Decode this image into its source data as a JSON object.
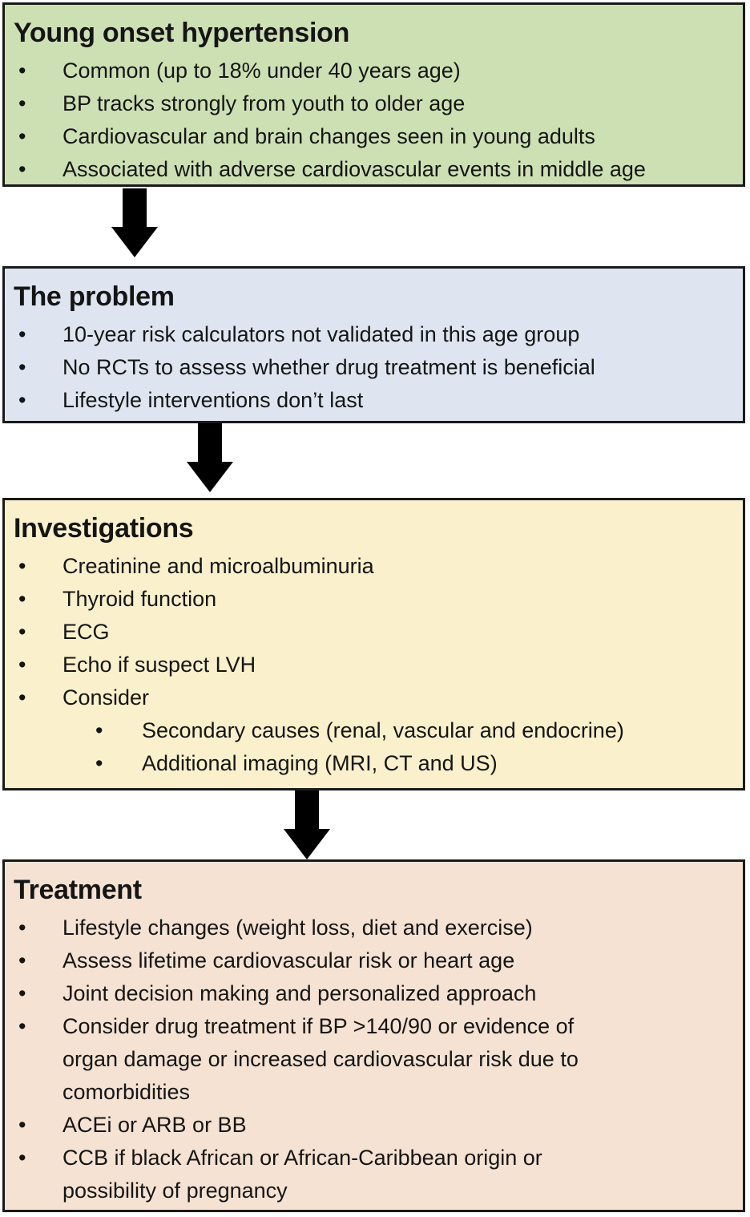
{
  "styles": {
    "page_background": "#ffffff",
    "border_color": "#1a1a1a",
    "text_color": "#151515",
    "arrow_color": "#000000",
    "bullet_glyph": "•"
  },
  "boxes": [
    {
      "title": "Young onset hypertension",
      "bg": "#cde0b4",
      "items": [
        {
          "level": 1,
          "text": "Common (up to 18% under 40 years age)"
        },
        {
          "level": 1,
          "text": "BP tracks strongly from youth to older age"
        },
        {
          "level": 1,
          "text": "Cardiovascular and brain changes seen in young adults"
        },
        {
          "level": 1,
          "text": "Associated with adverse cardiovascular events in middle age"
        }
      ]
    },
    {
      "title": "The problem",
      "bg": "#dee5f1",
      "items": [
        {
          "level": 1,
          "text": "10-year risk calculators not validated in this age group"
        },
        {
          "level": 1,
          "text": "No RCTs to assess whether drug treatment is beneficial"
        },
        {
          "level": 1,
          "text": "Lifestyle interventions don’t last"
        }
      ]
    },
    {
      "title": "Investigations",
      "bg": "#faf0cc",
      "items": [
        {
          "level": 1,
          "text": "Creatinine and microalbuminuria"
        },
        {
          "level": 1,
          "text": "Thyroid function"
        },
        {
          "level": 1,
          "text": "ECG"
        },
        {
          "level": 1,
          "text": "Echo if suspect LVH"
        },
        {
          "level": 1,
          "text": "Consider"
        },
        {
          "level": 2,
          "text": "Secondary causes (renal, vascular and endocrine)"
        },
        {
          "level": 2,
          "text": "Additional imaging (MRI, CT and US)"
        }
      ]
    },
    {
      "title": "Treatment",
      "bg": "#f5e2d2",
      "items": [
        {
          "level": 1,
          "text": "Lifestyle changes (weight loss, diet and exercise)"
        },
        {
          "level": 1,
          "text": "Assess lifetime cardiovascular risk or heart age"
        },
        {
          "level": 1,
          "text": "Joint decision making and personalized approach"
        },
        {
          "level": 1,
          "text": "Consider drug treatment if BP >140/90 or evidence of\norgan damage or increased cardiovascular risk due to\ncomorbidities"
        },
        {
          "level": 1,
          "text": "ACEi or ARB or BB"
        },
        {
          "level": 1,
          "text": "CCB if black African or African-Caribbean origin or\npossibility of pregnancy"
        }
      ]
    }
  ]
}
